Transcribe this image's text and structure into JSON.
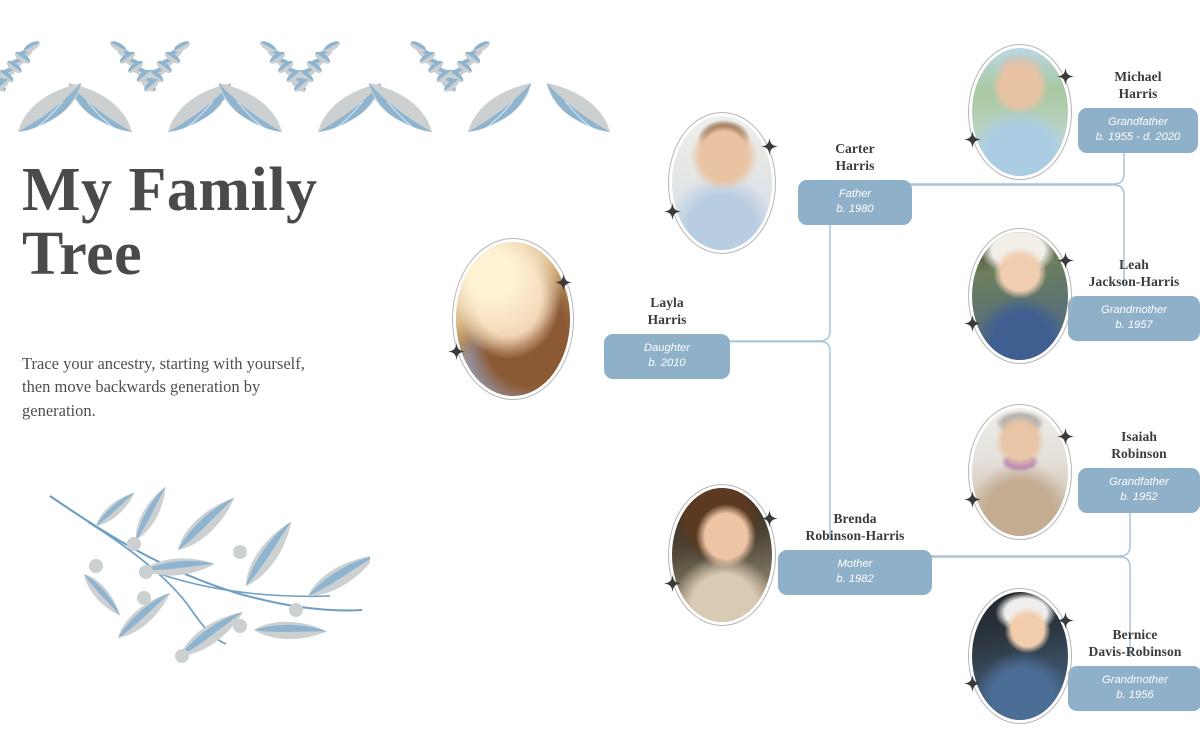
{
  "header": {
    "title": "My Family Tree",
    "title_line1": "My Family",
    "title_line2": "Tree",
    "subtitle": "Trace your ancestry, starting with yourself, then move backwards generation by generation."
  },
  "theme": {
    "accent_blue": "#8fb0c9",
    "leaf_blue": "#8eb4d0",
    "leaf_grey": "#ccd0d1",
    "line_blue": "#a9c4d8",
    "title_color": "#4a4a4a",
    "name_color": "#3b3b3b",
    "badge_text": "#ffffff",
    "ring_color": "#b6b6b6",
    "background": "#ffffff"
  },
  "decorations": [
    {
      "name": "top-leaf-border",
      "kind": "laurel-and-feather-border"
    },
    {
      "name": "bottom-left-branch",
      "kind": "leafy-branch"
    }
  ],
  "people": [
    {
      "id": "layla",
      "name": "Layla Harris",
      "name_line1": "Layla",
      "name_line2": "Harris",
      "relation": "Daughter",
      "years": "b. 2010",
      "generation": "child",
      "photo_alt": "young woman with long auburn hair outdoors at sunset"
    },
    {
      "id": "carter",
      "name": "Carter Harris",
      "name_line1": "Carter",
      "name_line2": "Harris",
      "relation": "Father",
      "years": "b. 1980",
      "generation": "parent",
      "photo_alt": "smiling man in light blue checked shirt"
    },
    {
      "id": "brenda",
      "name": "Brenda Robinson-Harris",
      "name_line1": "Brenda",
      "name_line2": "Robinson-Harris",
      "relation": "Mother",
      "years": "b. 1982",
      "generation": "parent",
      "photo_alt": "smiling woman with brown hair in beige top"
    },
    {
      "id": "michael",
      "name": "Michael Harris",
      "name_line1": "Michael",
      "name_line2": "Harris",
      "relation": "Grandfather",
      "years": "b. 1955 - d. 2020",
      "generation": "grandparent",
      "photo_alt": "elderly man in pale blue polo shirt outdoors"
    },
    {
      "id": "leah",
      "name": "Leah Jackson-Harris",
      "name_line1": "Leah",
      "name_line2": "Jackson-Harris",
      "relation": "Grandmother",
      "years": "b. 1957",
      "generation": "grandparent",
      "photo_alt": "elderly woman with white hair in blue polka dot blouse"
    },
    {
      "id": "isaiah",
      "name": "Isaiah Robinson",
      "name_line1": "Isaiah",
      "name_line2": "Robinson",
      "relation": "Grandfather",
      "years": "b. 1952",
      "generation": "grandparent",
      "photo_alt": "older man with grey beard in tan sweater, arms crossed"
    },
    {
      "id": "bernice",
      "name": "Bernice Davis-Robinson",
      "name_line1": "Bernice",
      "name_line2": "Davis-Robinson",
      "relation": "Grandmother",
      "years": "b. 1956",
      "generation": "grandparent",
      "photo_alt": "older woman with white hair in denim jacket and glasses"
    }
  ],
  "connections": [
    {
      "from": "layla",
      "to": "carter"
    },
    {
      "from": "layla",
      "to": "brenda"
    },
    {
      "from": "carter",
      "to": "michael"
    },
    {
      "from": "carter",
      "to": "leah"
    },
    {
      "from": "brenda",
      "to": "isaiah"
    },
    {
      "from": "brenda",
      "to": "bernice"
    }
  ]
}
